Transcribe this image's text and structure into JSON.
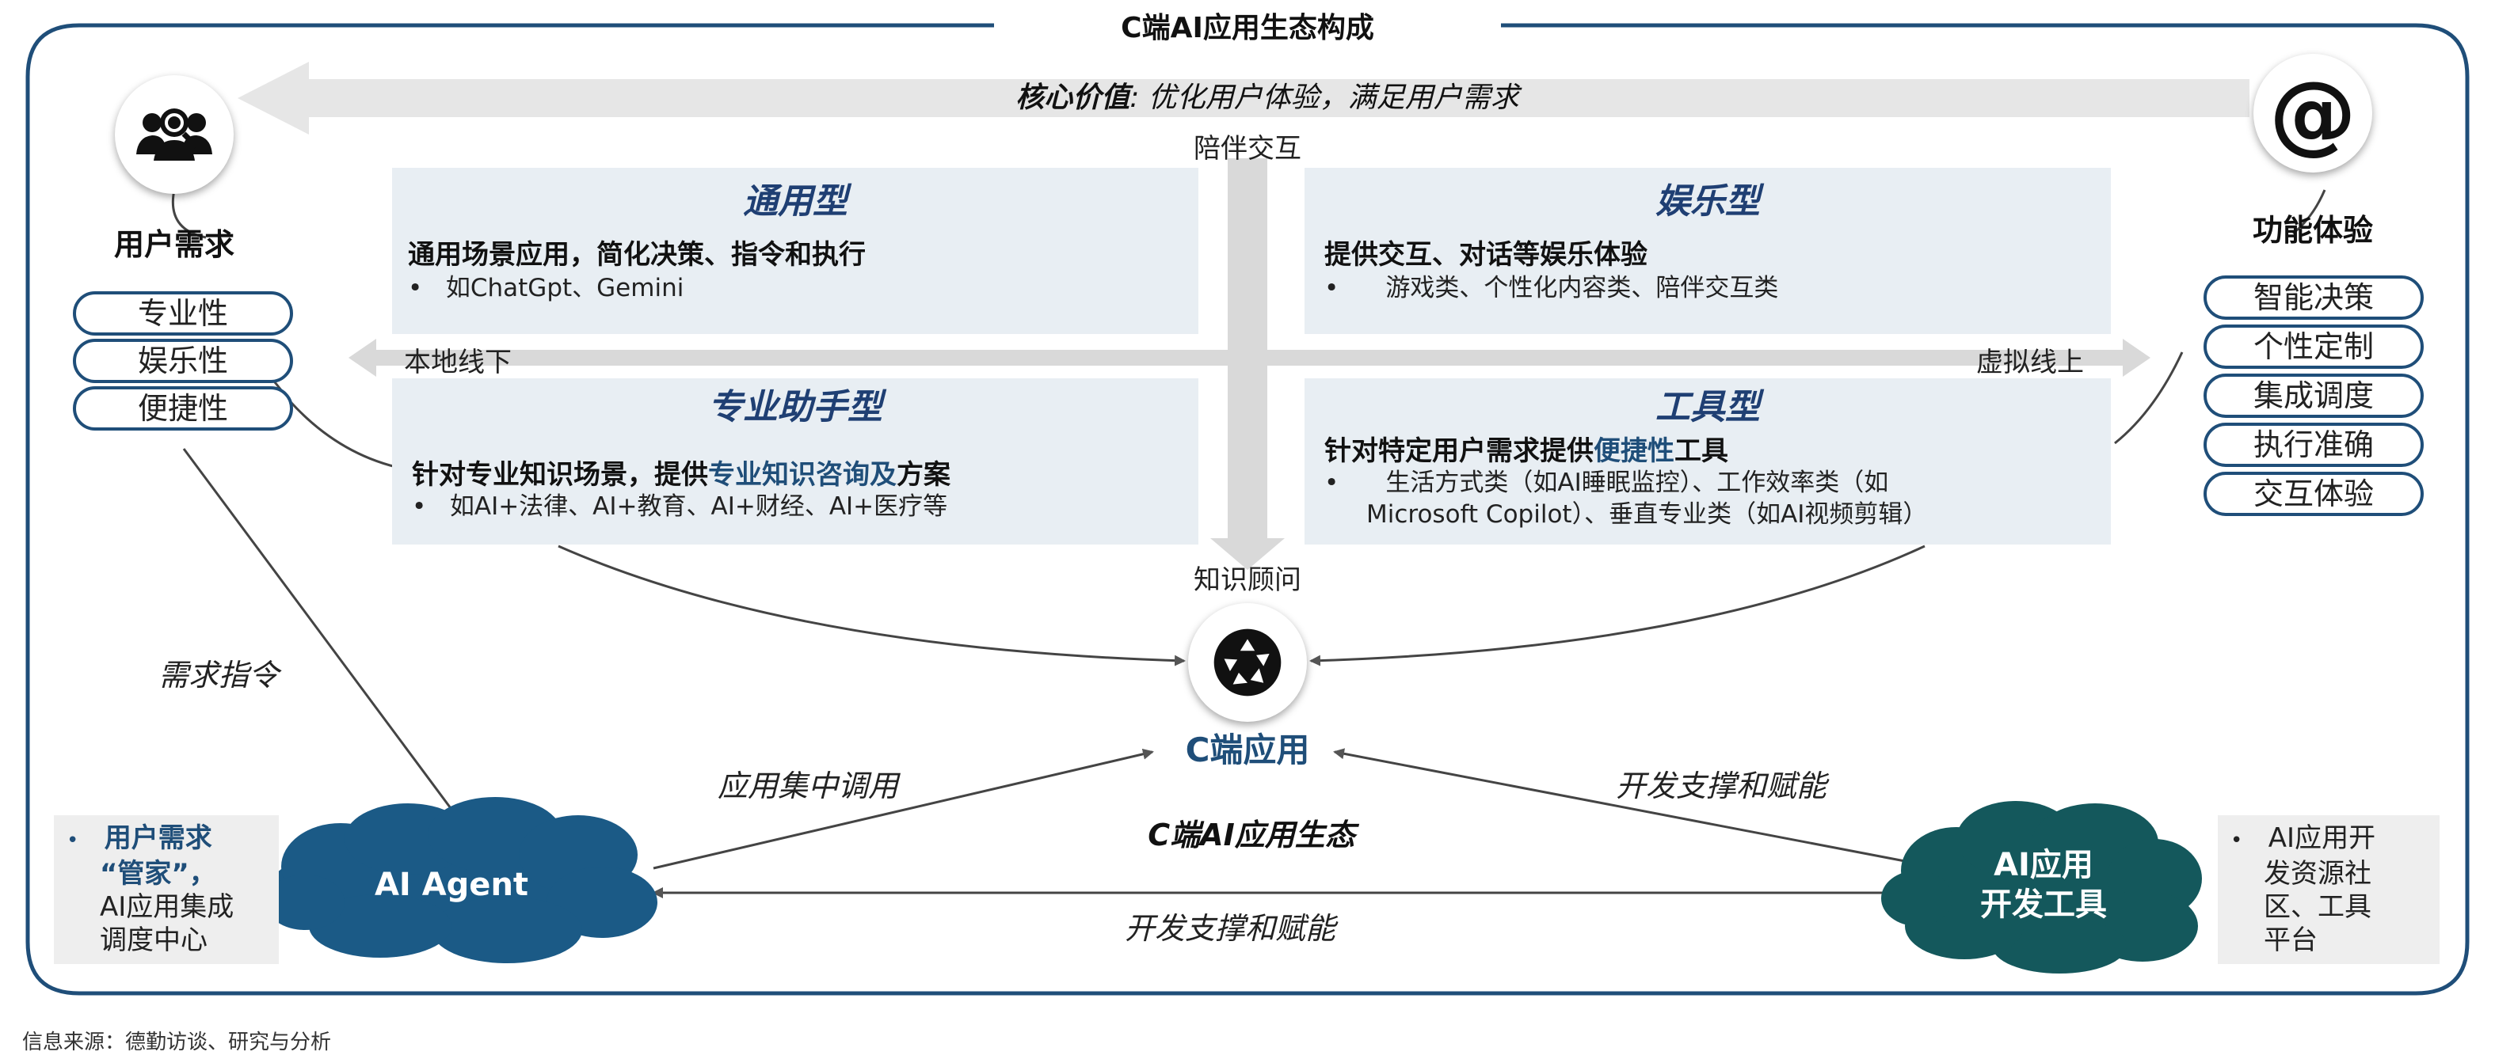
{
  "title": "C端AI应用生态构成",
  "core_value": {
    "label": "核心价值",
    "sep": ": ",
    "text": "优化用户体验，满足用户需求"
  },
  "user_needs": {
    "title": "用户需求",
    "items": [
      "专业性",
      "娱乐性",
      "便捷性"
    ]
  },
  "function_experience": {
    "title": "功能体验",
    "items": [
      "智能决策",
      "个性定制",
      "集成调度",
      "执行准确",
      "交互体验"
    ]
  },
  "axes": {
    "top": "陪伴交互",
    "bottom": "知识顾问",
    "left": "本地线下",
    "right": "虚拟线上"
  },
  "quadrants": {
    "general": {
      "title": "通用型",
      "head": "通用场景应用，简化决策、指令和执行",
      "bullet": "如ChatGpt、Gemini"
    },
    "entertainment": {
      "title": "娱乐型",
      "head": "提供交互、对话等娱乐体验",
      "bullet": "游戏类、个性化内容类、陪伴交互类"
    },
    "professional": {
      "title": "专业助手型",
      "head_pre": "针对专业知识场景，提供",
      "head_hl": "专业知识咨询及",
      "head_post": "方案",
      "bullet": "如AI+法律、AI+教育、AI+财经、AI+医疗等"
    },
    "tool": {
      "title": "工具型",
      "head_pre": "针对特定用户需求提供",
      "head_hl": "便捷性",
      "head_post": "工具",
      "bullet_line1": "生活方式类（如AI睡眠监控）、工作效率类（如",
      "bullet_line2": "Microsoft Copilot）、垂直专业类（如AI视频剪辑）"
    }
  },
  "bullet_char": "•",
  "center": {
    "label": "C端应用",
    "ecosystem": "C端AI应用生态"
  },
  "flows": {
    "demand": "需求指令",
    "centralized": "应用集中调用",
    "dev_support_right": "开发支撑和赋能",
    "dev_support_bottom": "开发支撑和赋能"
  },
  "clouds": {
    "agent": "AI Agent",
    "devtools_line1": "AI应用",
    "devtools_line2": "开发工具"
  },
  "left_note": {
    "line1": "用户需求",
    "line2": "“管家”，",
    "line3": "AI应用集成",
    "line4": "调度中心"
  },
  "right_note": {
    "line1": "AI应用开",
    "line2": "发资源社",
    "line3": "区、工具",
    "line4": "平台"
  },
  "source": "信息来源：德勤访谈、研究与分析",
  "colors": {
    "frame": "#1f4e79",
    "cloud_agent": "#1b5a86",
    "cloud_tools": "#14585c",
    "quad_bg": "#e8eef3",
    "arrow_grey": "#d9d9d9"
  },
  "icons": {
    "user_needs": "user-group-search-icon",
    "function": "at-sign-icon",
    "center": "camera-aperture-icon"
  }
}
